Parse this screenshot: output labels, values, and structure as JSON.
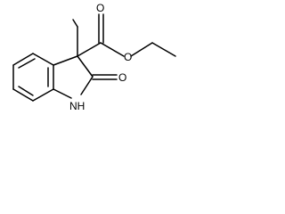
{
  "structure": {
    "atoms": {
      "carbonyl_oxygen": "O",
      "ester_oxygen": "O",
      "ring_oxygen": "O",
      "nitrogen_label": "N",
      "nitrogen_h": "H",
      "n_h_combined": "1\nN\nH",
      "nh_label": "NH"
    }
  }
}
